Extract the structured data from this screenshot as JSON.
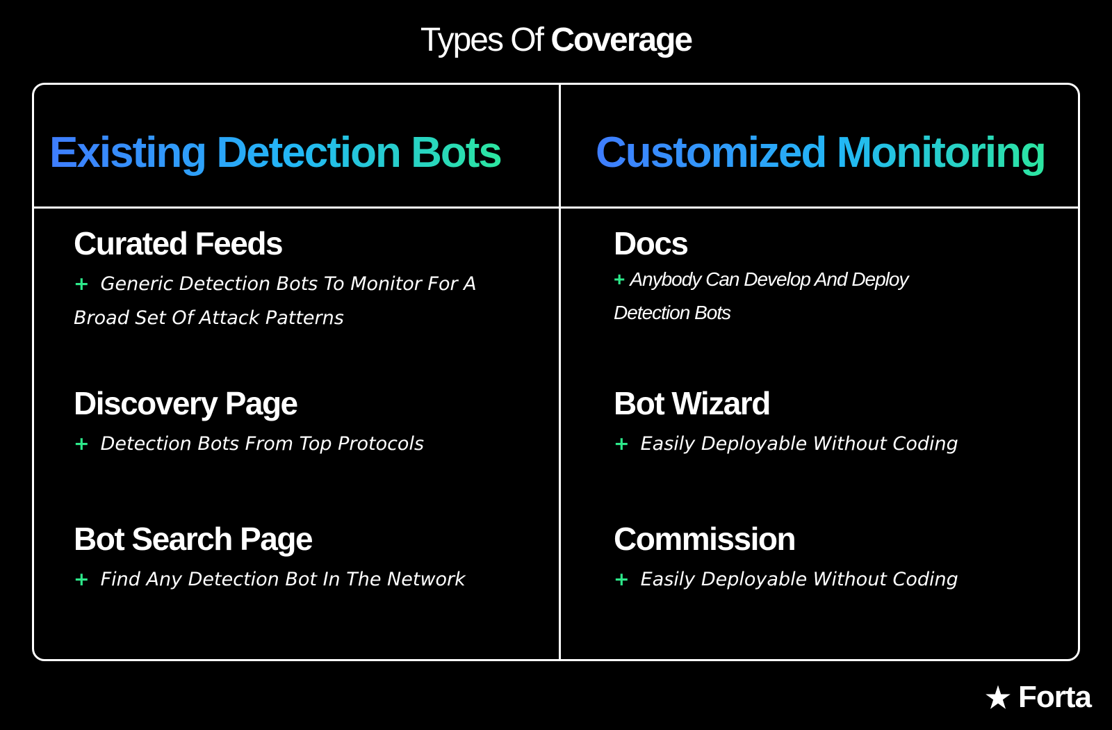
{
  "title": {
    "light": "Types Of",
    "bold": "Coverage"
  },
  "columns": [
    {
      "heading": "Existing Detection Bots",
      "items": [
        {
          "title": "Curated Feeds",
          "desc": "Generic Detection Bots To Monitor For A Broad Set Of Attack Patterns"
        },
        {
          "title": "Discovery Page",
          "desc": "Detection Bots From Top Protocols"
        },
        {
          "title": "Bot Search Page",
          "desc": "Find Any Detection Bot In The Network"
        }
      ]
    },
    {
      "heading": "Customized Monitoring",
      "items": [
        {
          "title": "Docs",
          "desc": "Anybody Can Develop And Deploy Detection Bots"
        },
        {
          "title": "Bot Wizard",
          "desc": "Easily Deployable Without Coding"
        },
        {
          "title": "Commission",
          "desc": "Easily Deployable Without Coding"
        }
      ]
    }
  ],
  "bullet": "+",
  "logo": {
    "text": "Forta",
    "icon": "star-icon"
  },
  "colors": {
    "background": "#000000",
    "accent_green": "#2de88a",
    "gradient_start": "#3f7dff",
    "gradient_end": "#2ce6a0"
  }
}
